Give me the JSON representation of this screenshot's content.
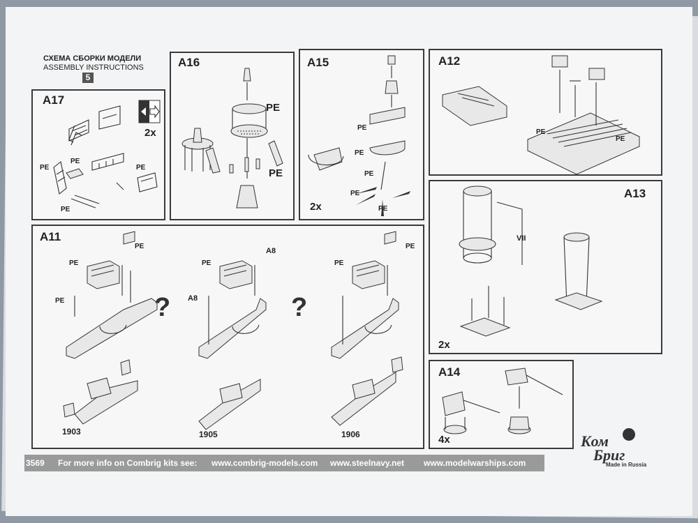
{
  "header": {
    "title_ru": "СХЕМА СБОРКИ МОДЕЛИ",
    "title_en": "ASSEMBLY INSTRUCTIONS",
    "page_number": "5"
  },
  "panels": {
    "a17": {
      "label": "A17",
      "multiplier": "2x",
      "pe": "PE"
    },
    "a16": {
      "label": "A16",
      "pe": "PE"
    },
    "a15": {
      "label": "A15",
      "multiplier": "2x",
      "pe": "PE"
    },
    "a12": {
      "label": "A12",
      "pe": "PE"
    },
    "a13": {
      "label": "A13",
      "multiplier": "2x",
      "part": "VII"
    },
    "a14": {
      "label": "A14",
      "multiplier": "4x"
    },
    "a11": {
      "label": "A11",
      "pe": "PE",
      "a8": "A8",
      "question": "?",
      "years": [
        "1903",
        "1905",
        "1906"
      ]
    }
  },
  "footer": {
    "code": "3569",
    "text": "For more info on Combrig kits see:",
    "site1": "www.combrig-models.com",
    "site2": "www.steelnavy.net",
    "site3": "www.modelwarships.com"
  },
  "logo": {
    "line1": "Kом",
    "line2": "Бриг",
    "tagline": "Made in Russia"
  }
}
